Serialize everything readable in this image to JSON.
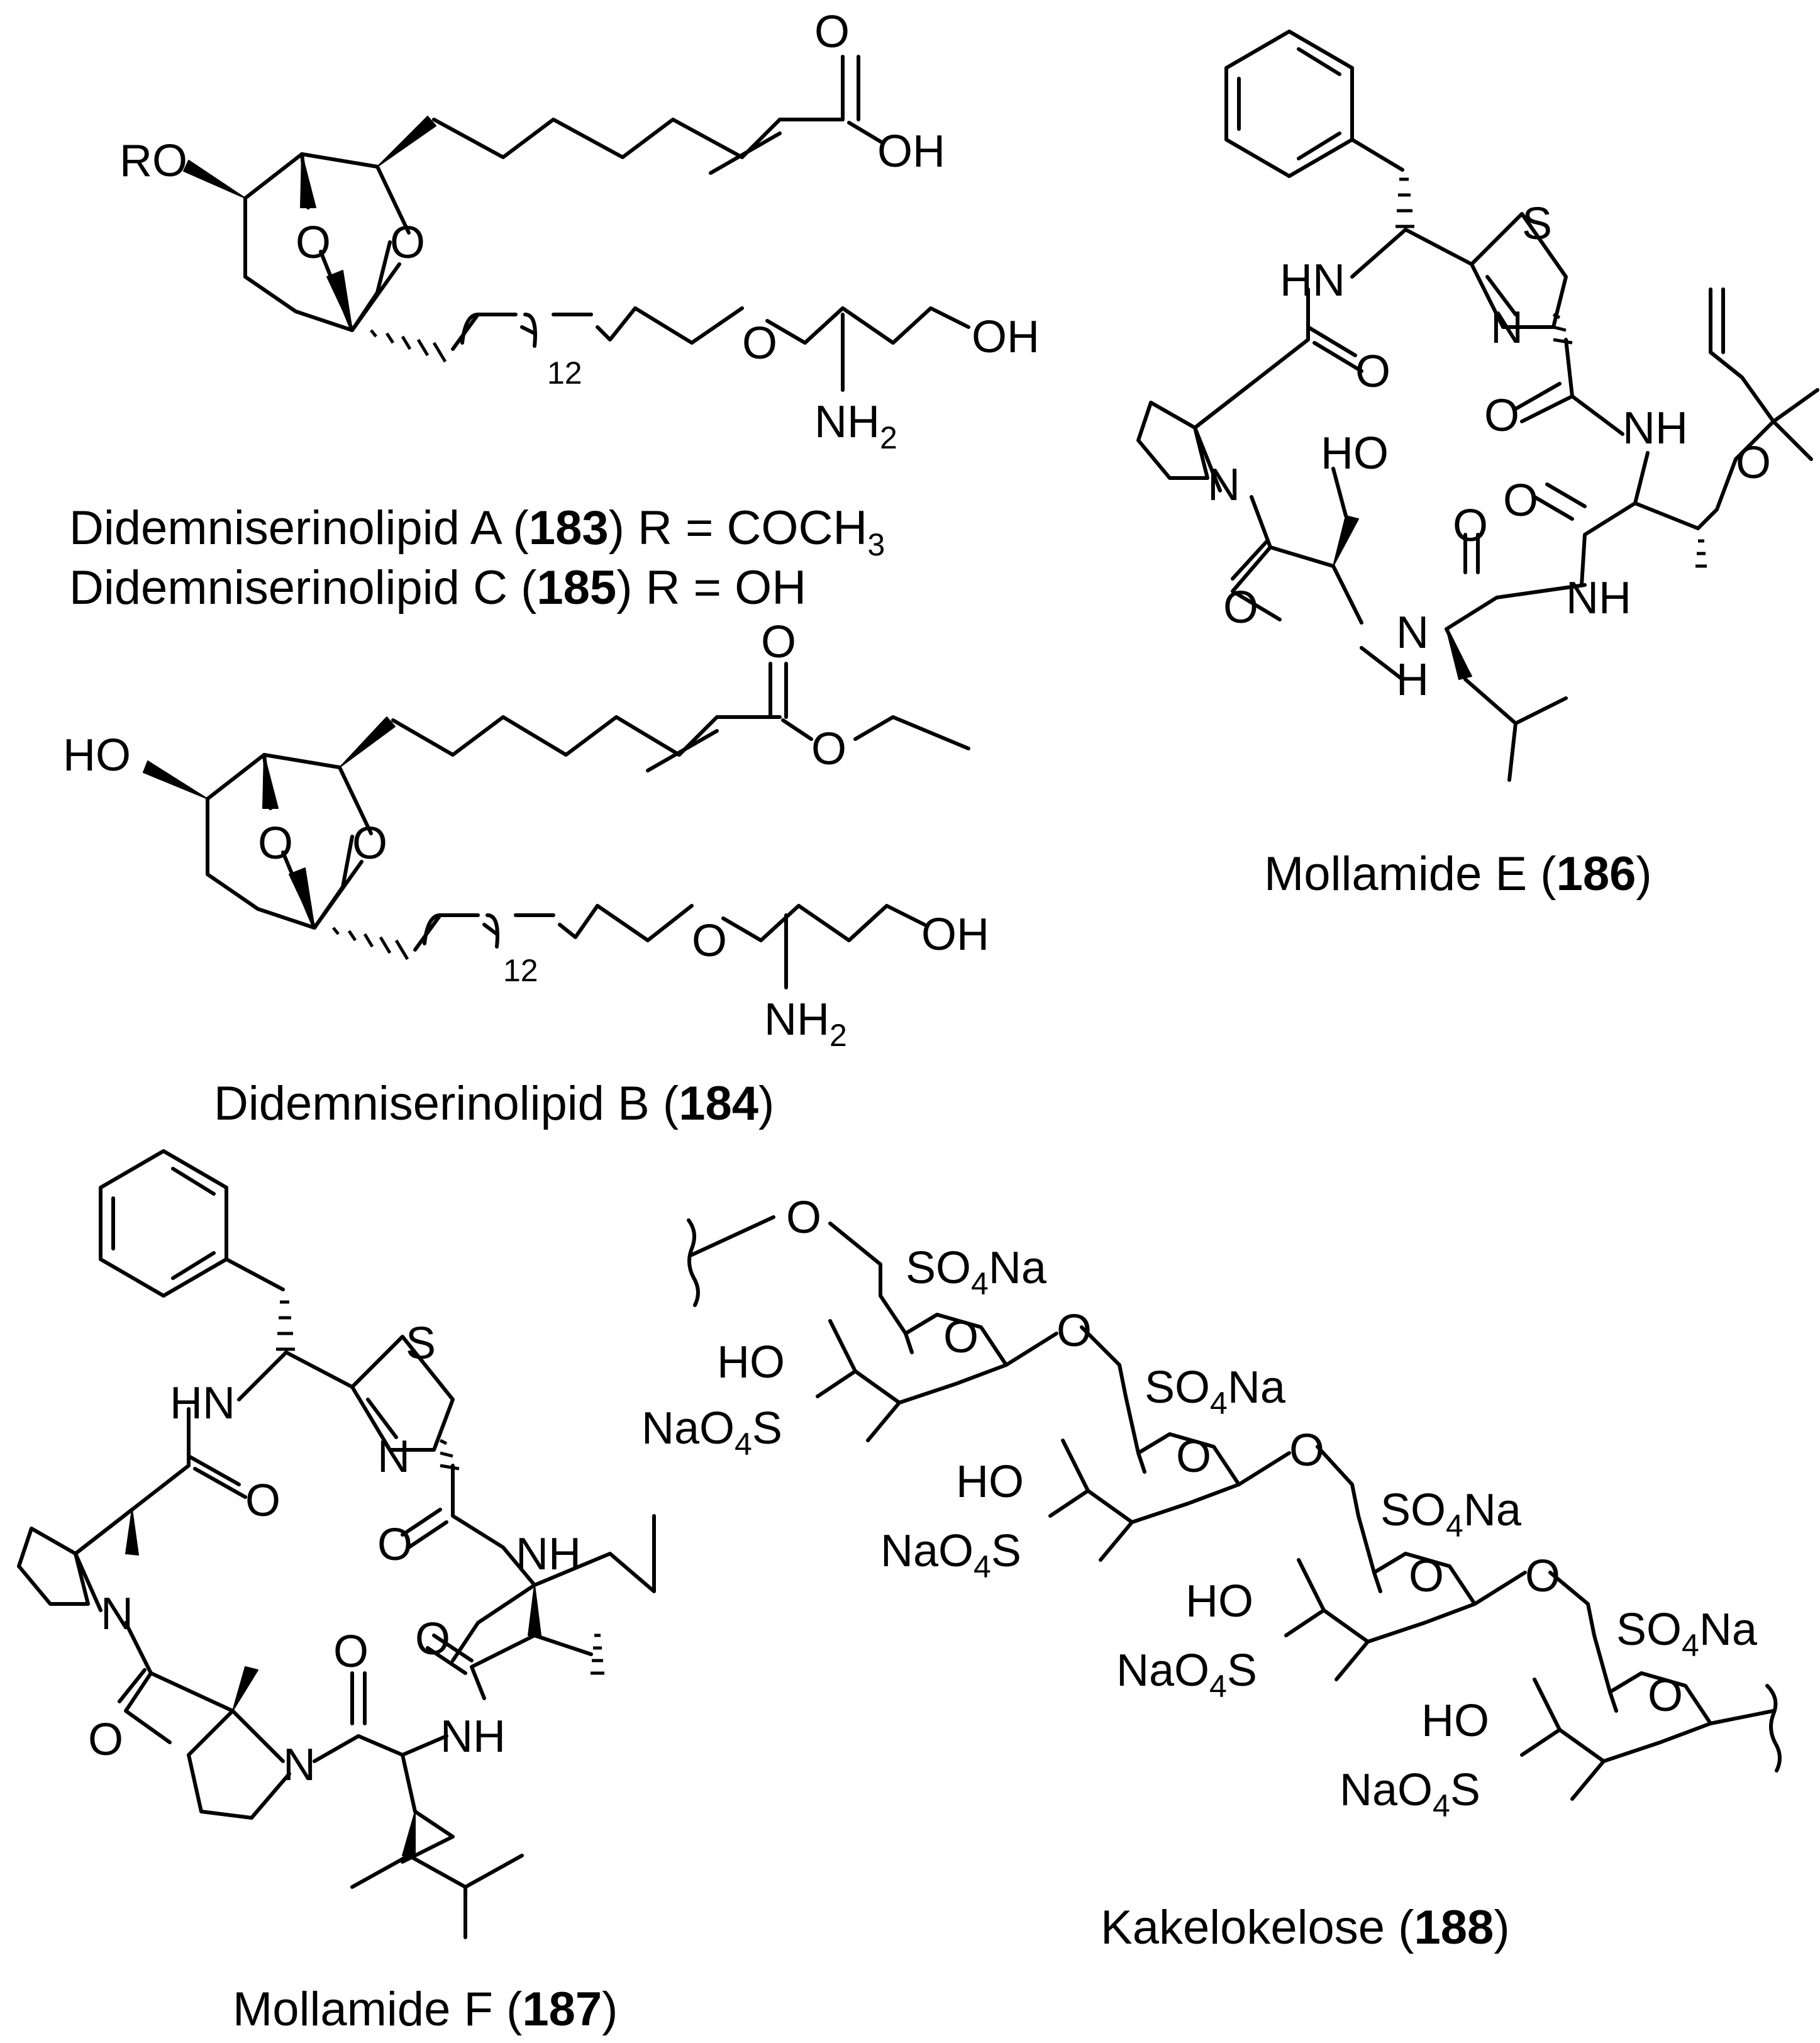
{
  "compounds": [
    {
      "id": "didemniserinolipid-ac",
      "captions": [
        {
          "name": "Didemniserinolipid A (",
          "number": "183",
          "tail": ") R = COCH",
          "sub": "3"
        },
        {
          "name": "Didemniserinolipid C (",
          "number": "185",
          "tail": ") R = OH",
          "sub": ""
        }
      ],
      "atoms": {
        "ro": "RO",
        "o1": "O",
        "o2": "O",
        "o_acid": "O",
        "oh_acid": "OH",
        "o_ether": "O",
        "oh": "OH",
        "nh2": "NH",
        "nh2_sub": "2",
        "repeat": "12"
      }
    },
    {
      "id": "didemniserinolipid-b",
      "captions": [
        {
          "name": "Didemniserinolipid B (",
          "number": "184",
          "tail": ")"
        }
      ],
      "atoms": {
        "ho": "HO",
        "o1": "O",
        "o2": "O",
        "o_carbonyl": "O",
        "o_ester": "O",
        "o_ether": "O",
        "oh": "OH",
        "nh2": "NH",
        "nh2_sub": "2",
        "repeat": "12"
      }
    },
    {
      "id": "mollamide-e",
      "captions": [
        {
          "name": "Mollamide E (",
          "number": "186",
          "tail": ")"
        }
      ],
      "atoms": {
        "s": "S",
        "hn": "HN",
        "n_thz": "N",
        "o1": "O",
        "o2": "O",
        "nh1": "NH",
        "ho": "HO",
        "n_pro": "N",
        "o3": "O",
        "o_ether": "O",
        "o4": "O",
        "nh2": "NH",
        "o5": "O",
        "nh3": "N",
        "nh3_h": "H"
      }
    },
    {
      "id": "mollamide-f",
      "captions": [
        {
          "name": "Mollamide F (",
          "number": "187",
          "tail": ")"
        }
      ],
      "atoms": {
        "s": "S",
        "hn": "HN",
        "n_thz": "N",
        "o1": "O",
        "o2": "O",
        "nh1": "NH",
        "n_pro1": "N",
        "o3": "O",
        "o4": "O",
        "nh2": "NH",
        "o5": "O",
        "n_pro2": "N"
      }
    },
    {
      "id": "kakelokelose",
      "captions": [
        {
          "name": "Kakelokelose (",
          "number": "188",
          "tail": ")"
        }
      ],
      "atoms": {
        "o_link": "O",
        "so4na": "SO",
        "so4na_sub": "4",
        "so4na_tail": "Na",
        "ho": "HO",
        "o_ring": "O",
        "naso4": "NaO",
        "naso4_sub": "4",
        "naso4_tail": "S"
      }
    }
  ]
}
